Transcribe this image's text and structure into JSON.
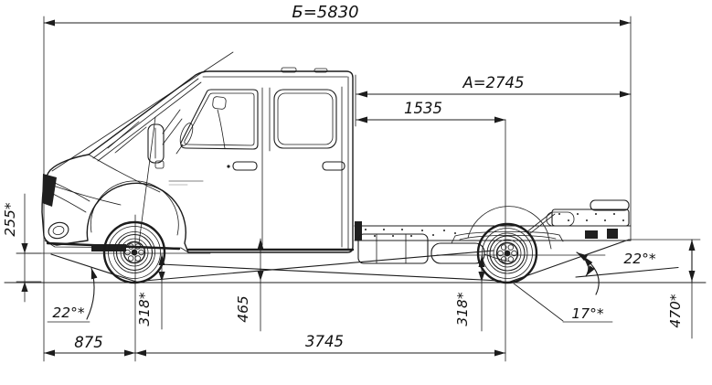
{
  "drawing": {
    "type": "vehicle-side-view-dimension-drawing",
    "colors": {
      "line": "#1c1c1c",
      "background": "#ffffff"
    },
    "labels": {
      "overall_length": "Б=5830",
      "rear_overhang_length": "А=2745",
      "cab_to_rear_axle": "1535",
      "front_bumper_height": "255*",
      "approach_angle": "22°*",
      "front_overhang": "875",
      "front_clearance": "318*",
      "mid_clearance": "465",
      "wheelbase": "3745",
      "rear_clearance": "318*",
      "ramp_angle": "17°*",
      "departure_angle": "22°*",
      "rear_frame_height": "470*"
    }
  }
}
